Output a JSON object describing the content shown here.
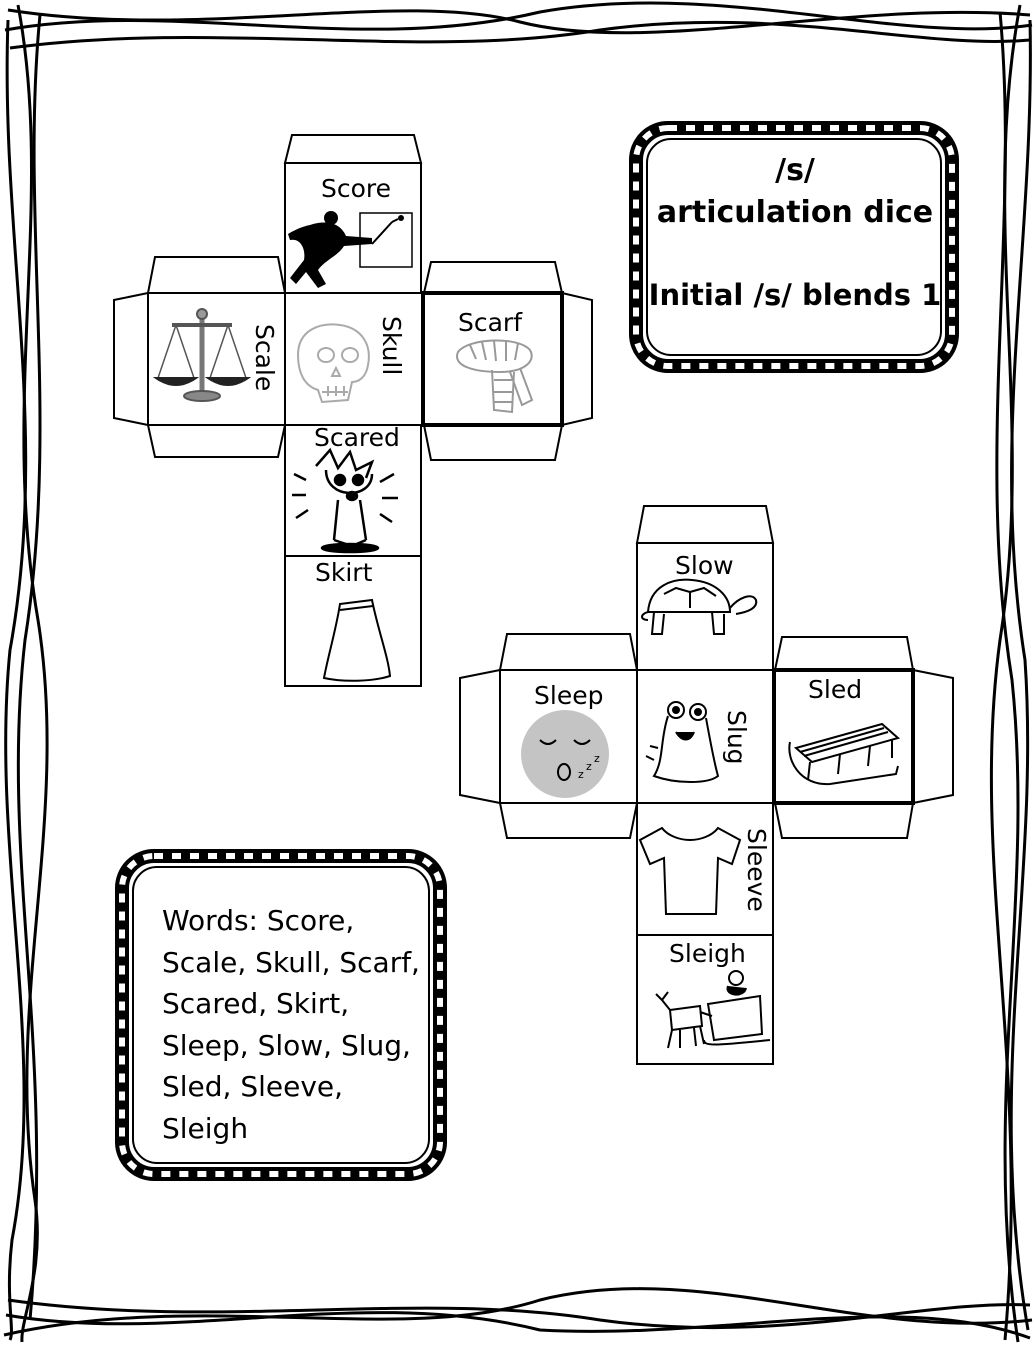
{
  "title": {
    "line1": "/s/",
    "line2": "articulation dice",
    "line3": "Initial /s/ blends 1"
  },
  "dice": [
    {
      "faces": [
        {
          "label": "Score",
          "icon": "soccer-player-icon"
        },
        {
          "label": "Scale",
          "icon": "balance-scale-icon"
        },
        {
          "label": "Skull",
          "icon": "skull-icon"
        },
        {
          "label": "Scarf",
          "icon": "scarf-icon"
        },
        {
          "label": "Scared",
          "icon": "scared-dog-icon"
        },
        {
          "label": "Skirt",
          "icon": "skirt-icon"
        }
      ]
    },
    {
      "faces": [
        {
          "label": "Slow",
          "icon": "turtle-icon"
        },
        {
          "label": "Sleep",
          "icon": "sleeping-face-icon"
        },
        {
          "label": "Slug",
          "icon": "slug-icon"
        },
        {
          "label": "Sled",
          "icon": "sled-icon"
        },
        {
          "label": "Sleeve",
          "icon": "tshirt-icon"
        },
        {
          "label": "Sleigh",
          "icon": "sleigh-icon"
        }
      ]
    }
  ],
  "word_list": "Words: Score, Scale, Skull, Scarf, Scared, Skirt, Sleep, Slow, Slug, Sled, Sleeve, Sleigh"
}
